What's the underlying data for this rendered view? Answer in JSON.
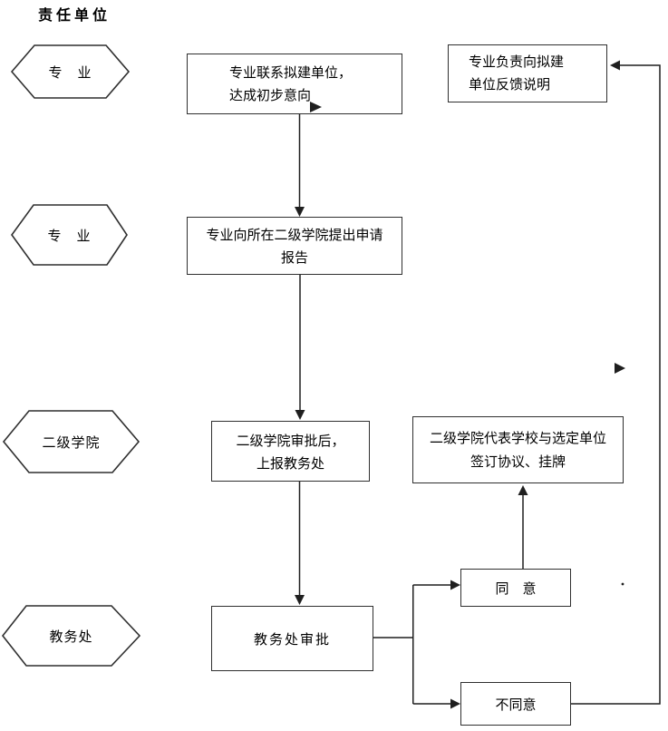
{
  "page": {
    "title": "责任单位"
  },
  "lanes": [
    {
      "label": "专　业"
    },
    {
      "label": "专　业"
    },
    {
      "label": "二级学院"
    },
    {
      "label": "教务处"
    }
  ],
  "nodes": {
    "contact": {
      "lines": [
        "专业联系拟建单位，",
        "达成初步意向"
      ]
    },
    "feedback": {
      "lines": [
        "专业负责向拟建",
        "单位反馈说明"
      ]
    },
    "apply": {
      "lines": [
        "专业向所在二级学院提出申请",
        "报告"
      ]
    },
    "college_approve": {
      "lines": [
        "二级学院审批后，",
        "上报教务处"
      ]
    },
    "sign": {
      "lines": [
        "二级学院代表学校与选定单位",
        "签订协议、挂牌"
      ]
    },
    "aao_approve": {
      "label": "教务处审批"
    },
    "agree": {
      "label": "同　意"
    },
    "disagree": {
      "label": "不同意"
    }
  },
  "colors": {
    "line": "#1f1f1f",
    "border": "#2f2f2f",
    "text": "#000000",
    "background": "#ffffff"
  }
}
